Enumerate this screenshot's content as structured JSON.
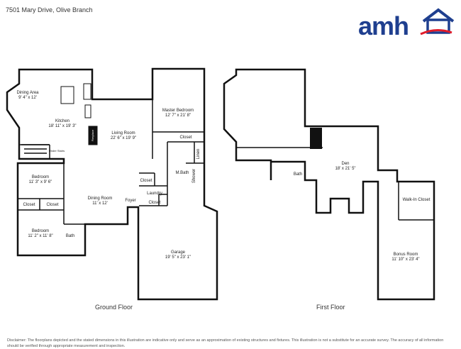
{
  "header": {
    "address": "7501 Mary Drive, Olive Branch"
  },
  "logo": {
    "text": "amh",
    "text_color": "#1f3f8f",
    "accent_color": "#e11d2b"
  },
  "ground_floor": {
    "label": "Ground Floor",
    "rooms": {
      "dining_area": {
        "name": "Dining Area",
        "dims": "9' 4\" x 12'"
      },
      "kitchen": {
        "name": "Kitchen",
        "dims": "18' 11\" x 19' 3\""
      },
      "living_room": {
        "name": "Living Room",
        "dims": "22' 6\" x 19' 9\""
      },
      "master_bedroom": {
        "name": "Master Bedroom",
        "dims": "12' 7\" x 21' 8\""
      },
      "closet_master": {
        "name": "Closet"
      },
      "linen": {
        "name": "Linen"
      },
      "master_bath": {
        "name": "M.Bath"
      },
      "shower": {
        "name": "Shower"
      },
      "bedroom_1": {
        "name": "Bedroom",
        "dims": "11' 3\" x 9' 6\""
      },
      "closet_1": {
        "name": "Closet"
      },
      "closet_2": {
        "name": "Closet"
      },
      "bedroom_2": {
        "name": "Bedroom",
        "dims": "11' 2\" x 11' 8\""
      },
      "bath": {
        "name": "Bath"
      },
      "dining_room": {
        "name": "Dining Room",
        "dims": "11' x 12'"
      },
      "foyer": {
        "name": "Foyer"
      },
      "closet_foyer": {
        "name": "Closet"
      },
      "laundry": {
        "name": "Laundry"
      },
      "closet_laundry": {
        "name": "Closet"
      },
      "garage": {
        "name": "Garage",
        "dims": "19' 5\" x 23' 1\""
      },
      "fireplace": {
        "name": "Fireplace"
      },
      "under_stairs": {
        "name": "Under Stairs"
      }
    }
  },
  "first_floor": {
    "label": "First Floor",
    "rooms": {
      "den": {
        "name": "Den",
        "dims": "18' x 21' 5\""
      },
      "bath": {
        "name": "Bath"
      },
      "walk_in_closet": {
        "name": "Walk-In Closet"
      },
      "bonus_room": {
        "name": "Bonus Room",
        "dims": "11' 10\" x 23' 4\""
      }
    }
  },
  "footer": {
    "disclaimer": "Disclaimer: The floorplans depicted and the stated dimensions in this illustration are indicative only and serve as an approximation of existing structures and fixtures. This illustration is not a substitute for an accurate survey. The accuracy of all information should be verified through appropriate measurement and inspection."
  }
}
